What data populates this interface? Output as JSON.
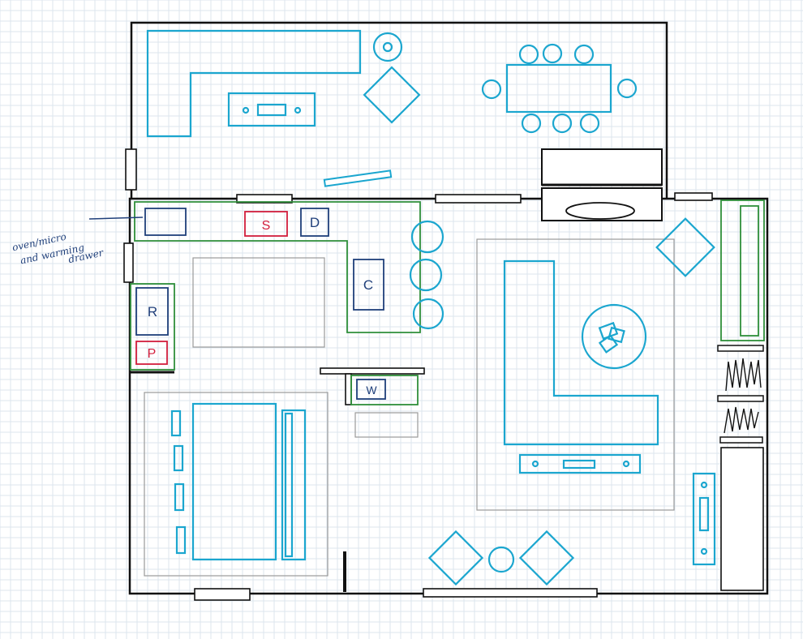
{
  "annotation": {
    "line1": "oven/micro",
    "line2": "and warming",
    "line3": "drawer"
  },
  "labels": {
    "sink": "S",
    "dishwasher": "D",
    "refrigerator": "R",
    "pantry": "P",
    "cooktop": "C",
    "wine": "W"
  },
  "colors": {
    "walls": "#111111",
    "furniture": "#1ba6cf",
    "cabinetry": "#2f8f3a",
    "appliances": "#1f3f7a",
    "highlight": "#d21e3c",
    "rugs": "#9a9a9a"
  }
}
